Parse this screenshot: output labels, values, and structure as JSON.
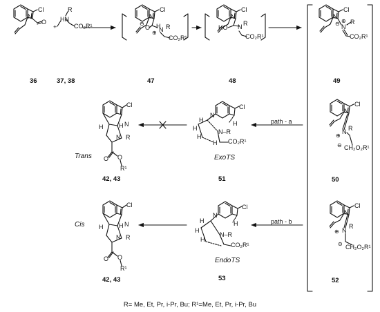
{
  "compounds": {
    "c36": "36",
    "c37_38": "37, 38",
    "c47": "47",
    "c48": "48",
    "c49": "49",
    "c50": "50",
    "c51": "51",
    "c52": "52",
    "c53": "53",
    "c42_43_top": "42, 43",
    "c42_43_bottom": "42, 43"
  },
  "atoms": {
    "cl": "Cl",
    "n": "N",
    "hn": "HN",
    "o": "O",
    "ho": "HO",
    "h": "H",
    "r": "R",
    "nr": "N–R",
    "co2r1": "CO₂R¹",
    "ch2o2r1": "CH₂O₂R¹",
    "r1": "R¹",
    "plus": "⊕",
    "minus": "⊖"
  },
  "labels": {
    "trans": "Trans",
    "cis": "Cis",
    "exo_ts": "ExoTS",
    "endo_ts": "EndoTS",
    "path_a": "path - a",
    "path_b": "path - b",
    "plus_sign": "+"
  },
  "footnote": "R= Me, Et, Pr, i-Pr, Bu; R¹=Me, Et, Pr, i-Pr, Bu"
}
